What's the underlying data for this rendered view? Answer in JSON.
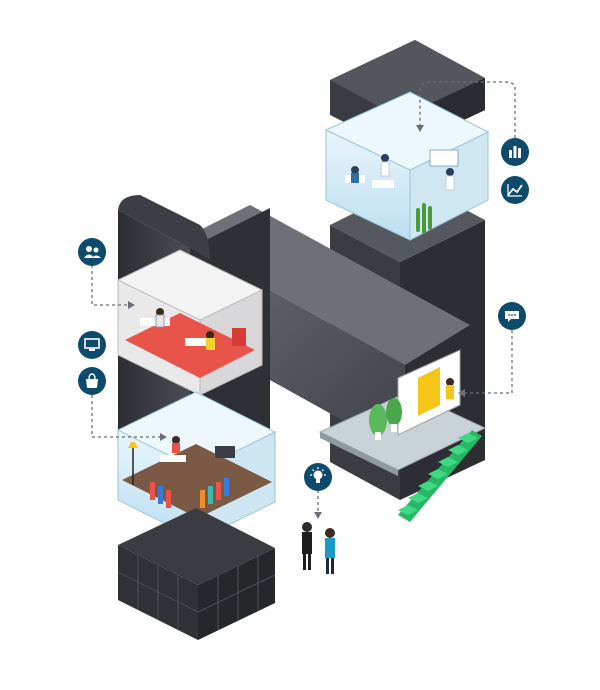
{
  "colors": {
    "background": "#ffffff",
    "block_dark": "#2f3136",
    "block_mid": "#45484f",
    "block_light": "#5a5e66",
    "badge": "#0d4a6b",
    "connector": "#6b6f76",
    "glass": "#d6ecf7",
    "floor_red": "#e8534a",
    "stairs": "#2ecc71",
    "door": "#f5c518",
    "plant": "#5cb85c"
  },
  "badges": [
    {
      "id": "users",
      "icon": "users-icon"
    },
    {
      "id": "monitor",
      "icon": "monitor-icon"
    },
    {
      "id": "shopping",
      "icon": "shopping-bag-icon"
    },
    {
      "id": "bar-chart",
      "icon": "bar-chart-icon"
    },
    {
      "id": "line-chart",
      "icon": "line-chart-icon"
    },
    {
      "id": "chat",
      "icon": "chat-icon"
    },
    {
      "id": "idea",
      "icon": "lightbulb-icon"
    }
  ],
  "rooms": [
    {
      "id": "lab",
      "theme": "laboratory"
    },
    {
      "id": "office",
      "theme": "meeting-office"
    },
    {
      "id": "store",
      "theme": "retail-store"
    },
    {
      "id": "entrance",
      "theme": "entrance-lobby"
    },
    {
      "id": "basement",
      "theme": "empty-frame"
    }
  ]
}
